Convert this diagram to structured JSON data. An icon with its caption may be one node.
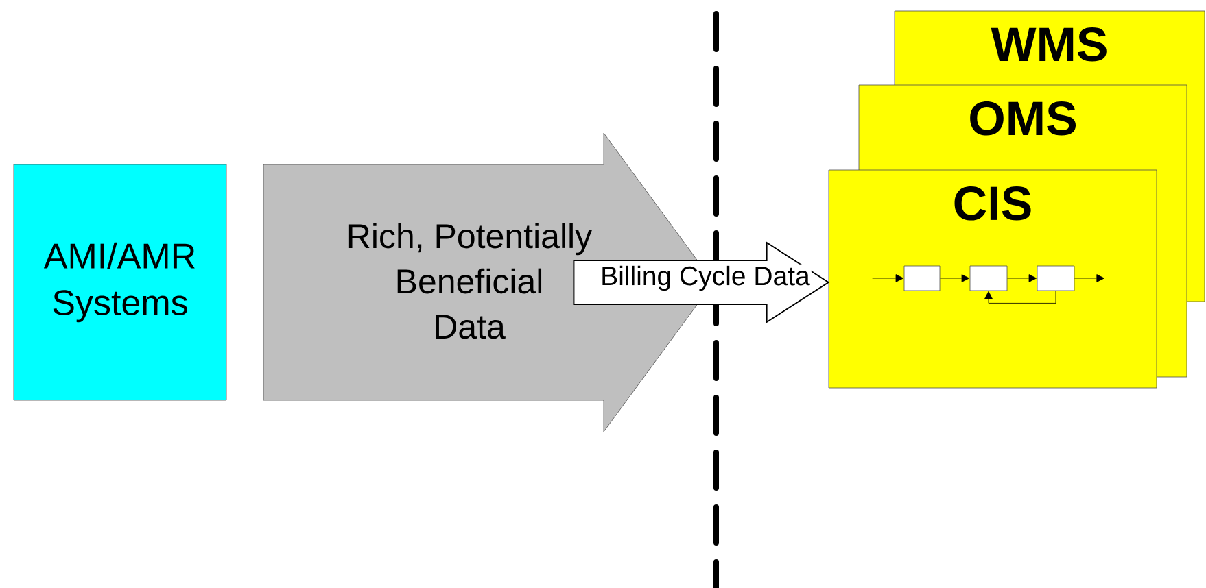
{
  "diagram": {
    "nodes": [
      {
        "text": [
          "AMI/AMR Systems"
        ]
      },
      {
        "text": [
          "Rich, Potentially Beneficial Data"
        ]
      },
      {
        "text": [
          "WMS"
        ]
      },
      {
        "text": [
          "OMS"
        ]
      },
      {
        "text": [
          "CIS"
        ]
      },
      {
        "text": [],
        "shape": "box",
        "in": 4
      },
      {
        "text": [],
        "shape": "box",
        "in": 4
      },
      {
        "text": [],
        "shape": "box",
        "in": 4
      }
    ],
    "edges": [
      {
        "from": 1,
        "to": 4,
        "arrow": "to",
        "label": "Billing Cycle Data",
        "style": "thick"
      },
      {
        "from": null,
        "to": 5,
        "arrow": "to"
      },
      {
        "from": 5,
        "to": 6,
        "arrow": "to"
      },
      {
        "from": 6,
        "to": 7,
        "arrow": "to"
      },
      {
        "from": 7,
        "to": null,
        "arrow": "to"
      },
      {
        "from": 7,
        "to": 6,
        "arrow": "to"
      }
    ]
  }
}
